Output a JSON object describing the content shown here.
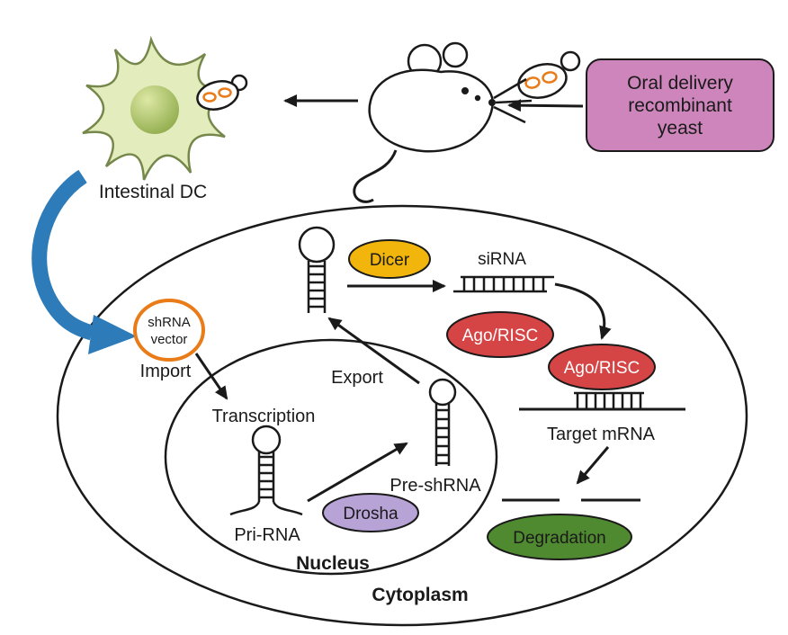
{
  "labels": {
    "oral_box_line1": "Oral delivery",
    "oral_box_line2": "recombinant",
    "oral_box_line3": "yeast",
    "intestinal_dc": "Intestinal DC",
    "shrna_vector_line1": "shRNA",
    "shrna_vector_line2": "vector",
    "import": "Import",
    "transcription": "Transcription",
    "pri_rna": "Pri-RNA",
    "drosha": "Drosha",
    "pre_shrna": "Pre-shRNA",
    "export": "Export",
    "nucleus": "Nucleus",
    "cytoplasm": "Cytoplasm",
    "dicer": "Dicer",
    "sirna": "siRNA",
    "ago_risc_left": "Ago/RISC",
    "ago_risc_right": "Ago/RISC",
    "target_mrna": "Target mRNA",
    "degradation": "Degradation"
  },
  "colors": {
    "oral_box_fill": "#cd85bb",
    "dc_fill": "#e3ecbc",
    "dc_core_light": "#dce8a4",
    "dc_core": "#7f9e38",
    "blue_arrow": "#2d7cb9",
    "vector_stroke": "#e97b18",
    "plasmid_stroke": "#e97b18",
    "drosha_fill": "#b7a3d6",
    "dicer_fill": "#f2b50c",
    "ago_fill": "#d64545",
    "degradation_fill": "#4f8930",
    "outline": "#1a1a1a"
  }
}
